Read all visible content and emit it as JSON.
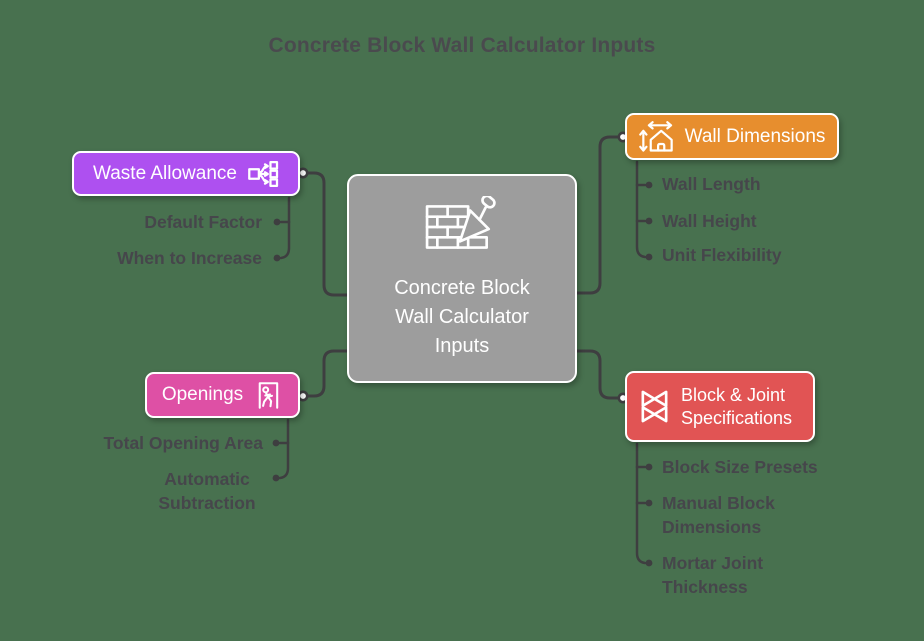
{
  "title": "Concrete Block Wall Calculator Inputs",
  "center": {
    "label": "Concrete Block Wall Calculator Inputs",
    "icon": "brick-trowel-icon",
    "color": "#9d9d9d"
  },
  "branches": {
    "waste_allowance": {
      "label": "Waste Allowance",
      "icon": "split-arrows-icon",
      "color": "#ae50f0",
      "children": [
        "Default Factor",
        "When to Increase"
      ]
    },
    "wall_dimensions": {
      "label": "Wall Dimensions",
      "icon": "house-dimensions-icon",
      "color": "#e78e2e",
      "children": [
        "Wall Length",
        "Wall Height",
        "Unit Flexibility"
      ]
    },
    "openings": {
      "label": "Openings",
      "icon": "door-exit-icon",
      "color": "#de50a5",
      "children": [
        "Total Opening Area",
        "Automatic Subtraction"
      ]
    },
    "block_joint": {
      "label": "Block & Joint Specifications",
      "icon": "bowtie-blocks-icon",
      "color": "#e15454",
      "children": [
        "Block Size Presets",
        "Manual Block Dimensions",
        "Mortar Joint Thickness"
      ]
    }
  },
  "colors": {
    "background": "#48714f",
    "connector": "#3e3e40",
    "bullet": "#3e3e40",
    "node_border": "#ffffff",
    "node_text": "#ffffff",
    "subitem_text": "#46464b",
    "title_text": "#4a4a4e"
  }
}
